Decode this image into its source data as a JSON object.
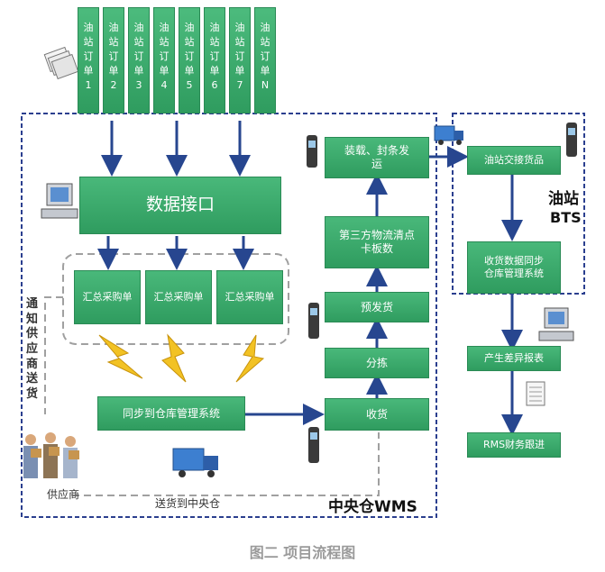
{
  "orders": [
    {
      "chars": [
        "油",
        "站",
        "订",
        "单",
        "1"
      ]
    },
    {
      "chars": [
        "油",
        "站",
        "订",
        "单",
        "2"
      ]
    },
    {
      "chars": [
        "油",
        "站",
        "订",
        "单",
        "3"
      ]
    },
    {
      "chars": [
        "油",
        "站",
        "订",
        "单",
        "4"
      ]
    },
    {
      "chars": [
        "油",
        "站",
        "订",
        "单",
        "5"
      ]
    },
    {
      "chars": [
        "油",
        "站",
        "订",
        "单",
        "6"
      ]
    },
    {
      "chars": [
        "油",
        "站",
        "订",
        "单",
        "7"
      ]
    },
    {
      "chars": [
        "油",
        "站",
        "订",
        "单",
        "N"
      ]
    }
  ],
  "nodes": {
    "data_interface": "数据接口",
    "summary_po_1": "汇总采购单",
    "summary_po_2": "汇总采购单",
    "summary_po_3": "汇总采购单",
    "sync_wms": "同步到仓库管理系统",
    "receiving": "收货",
    "sorting": "分拣",
    "pre_shipping": "预发货",
    "third_party_check": "第三方物流清点卡板数",
    "load_seal_ship": "装载、封条发运",
    "station_handover": "油站交接货品",
    "receiving_sync": "收货数据同步仓库管理系统",
    "difference_report": "产生差异报表",
    "rms_followup": "RMS财务跟进"
  },
  "labels": {
    "notify_supplier": "通知供应商送货",
    "supplier": "供应商",
    "deliver_to_dc": "送货到中央仓",
    "central_wms": "中央仓WMS",
    "station": "油站",
    "bts": "BTS",
    "caption": "图二 项目流程图"
  },
  "colors": {
    "node_green": "#3aa96b",
    "arrow_blue": "#27468f",
    "dashed_border": "#2b3f8f",
    "caption_text": "#9a9a9a"
  }
}
